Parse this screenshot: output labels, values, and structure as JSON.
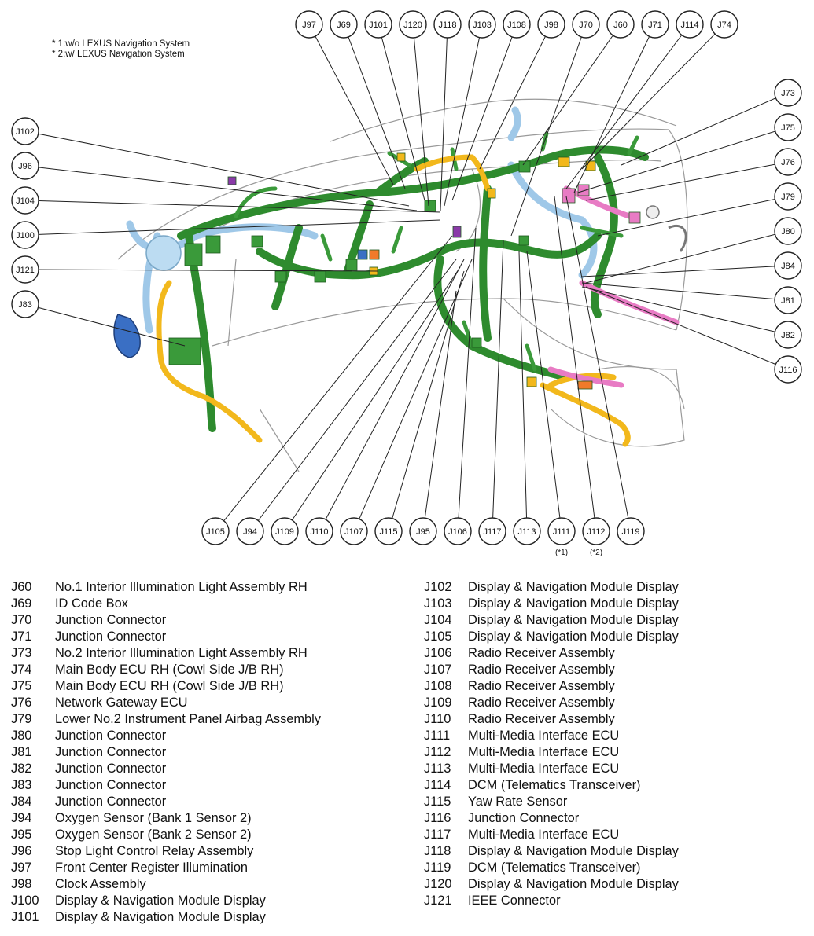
{
  "notes": [
    "* 1:w/o LEXUS Navigation System",
    "* 2:w/ LEXUS Navigation System"
  ],
  "callouts": {
    "top": [
      "J97",
      "J69",
      "J101",
      "J120",
      "J118",
      "J103",
      "J108",
      "J98",
      "J70",
      "J60",
      "J71",
      "J114",
      "J74"
    ],
    "left": [
      "J102",
      "J96",
      "J104",
      "J100",
      "J121",
      "J83"
    ],
    "right": [
      "J73",
      "J75",
      "J76",
      "J79",
      "J80",
      "J84",
      "J81",
      "J82",
      "J116"
    ],
    "bottom": [
      "J105",
      "J94",
      "J109",
      "J110",
      "J107",
      "J115",
      "J95",
      "J106",
      "J117",
      "J113",
      "J111",
      "J112",
      "J119"
    ],
    "bottom_notes": {
      "J111": "(*1)",
      "J112": "(*2)"
    }
  },
  "legend_left": [
    {
      "code": "J60",
      "name": "No.1 Interior Illumination Light Assembly RH"
    },
    {
      "code": "J69",
      "name": "ID Code Box"
    },
    {
      "code": "J70",
      "name": "Junction Connector"
    },
    {
      "code": "J71",
      "name": "Junction Connector"
    },
    {
      "code": "J73",
      "name": "No.2 Interior Illumination Light Assembly RH"
    },
    {
      "code": "J74",
      "name": "Main Body ECU RH (Cowl Side J/B RH)"
    },
    {
      "code": "J75",
      "name": "Main Body ECU RH (Cowl Side J/B RH)"
    },
    {
      "code": "J76",
      "name": "Network Gateway ECU"
    },
    {
      "code": "J79",
      "name": "Lower No.2 Instrument Panel Airbag Assembly"
    },
    {
      "code": "J80",
      "name": "Junction Connector"
    },
    {
      "code": "J81",
      "name": "Junction Connector"
    },
    {
      "code": "J82",
      "name": "Junction Connector"
    },
    {
      "code": "J83",
      "name": "Junction Connector"
    },
    {
      "code": "J84",
      "name": "Junction Connector"
    },
    {
      "code": "J94",
      "name": "Oxygen Sensor (Bank 1 Sensor 2)"
    },
    {
      "code": "J95",
      "name": "Oxygen Sensor (Bank 2 Sensor 2)"
    },
    {
      "code": "J96",
      "name": "Stop Light Control Relay Assembly"
    },
    {
      "code": "J97",
      "name": "Front Center Register Illumination"
    },
    {
      "code": "J98",
      "name": "Clock Assembly"
    },
    {
      "code": "J100",
      "name": "Display & Navigation Module Display"
    },
    {
      "code": "J101",
      "name": "Display & Navigation Module Display"
    }
  ],
  "legend_right": [
    {
      "code": "J102",
      "name": "Display & Navigation Module Display"
    },
    {
      "code": "J103",
      "name": "Display & Navigation Module Display"
    },
    {
      "code": "J104",
      "name": "Display & Navigation Module Display"
    },
    {
      "code": "J105",
      "name": "Display & Navigation Module Display"
    },
    {
      "code": "J106",
      "name": "Radio Receiver Assembly"
    },
    {
      "code": "J107",
      "name": "Radio Receiver Assembly"
    },
    {
      "code": "J108",
      "name": "Radio Receiver Assembly"
    },
    {
      "code": "J109",
      "name": "Radio Receiver Assembly"
    },
    {
      "code": "J110",
      "name": "Radio Receiver Assembly"
    },
    {
      "code": "J111",
      "name": "Multi-Media Interface ECU"
    },
    {
      "code": "J112",
      "name": "Multi-Media Interface ECU"
    },
    {
      "code": "J113",
      "name": "Multi-Media Interface ECU"
    },
    {
      "code": "J114",
      "name": "DCM (Telematics Transceiver)"
    },
    {
      "code": "J115",
      "name": "Yaw Rate Sensor"
    },
    {
      "code": "J116",
      "name": "Junction Connector"
    },
    {
      "code": "J117",
      "name": "Multi-Media Interface ECU"
    },
    {
      "code": "J118",
      "name": "Display & Navigation Module Display"
    },
    {
      "code": "J119",
      "name": "DCM (Telematics Transceiver)"
    },
    {
      "code": "J120",
      "name": "Display & Navigation Module Display"
    },
    {
      "code": "J121",
      "name": "IEEE Connector"
    }
  ],
  "colors": {
    "harness_main": "#2e8b2e",
    "harness_dark": "#1f6b1f",
    "harness_yellow": "#f2b81c",
    "harness_blue": "#9fc8e8",
    "harness_pink": "#e87bc4",
    "connector_orange": "#f07a2a",
    "connector_purple": "#8a3aa8",
    "outline": "#999999"
  }
}
